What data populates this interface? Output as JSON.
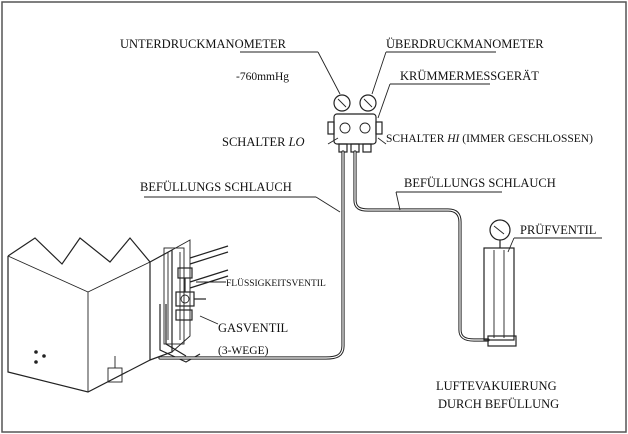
{
  "labels": {
    "unterdruckmanometer": "UNTERDRUCKMANOMETER",
    "ueberdruckmanometer": "ÜBERDRUCKMANOMETER",
    "vacuum_value": "-760mmHg",
    "kruemmermessgeraet": "KRÜMMERMESSGERÄT",
    "schalter_lo_prefix": "SCHALTER ",
    "schalter_lo_italic": "LO",
    "schalter_hi_prefix": "SCHALTER ",
    "schalter_hi_italic": "HI",
    "schalter_hi_suffix": " (IMMER GESCHLOSSEN)",
    "befuellungs_schlauch_left": "BEFÜLLUNGS SCHLAUCH",
    "befuellungs_schlauch_right": "BEFÜLLUNGS SCHLAUCH",
    "pruefventil": "PRÜFVENTIL",
    "fluessigkeitsventil": "FLÜSSIGKEITSVENTIL",
    "gasventil": "GASVENTIL",
    "gasventil_sub": "(3-WEGE)",
    "luftevakuierung_1": "LUFTEVAKUIERUNG",
    "luftevakuierung_2": "DURCH BEFÜLLUNG"
  },
  "colors": {
    "stroke": "#222222",
    "background": "#ffffff",
    "frame": "#555555"
  }
}
